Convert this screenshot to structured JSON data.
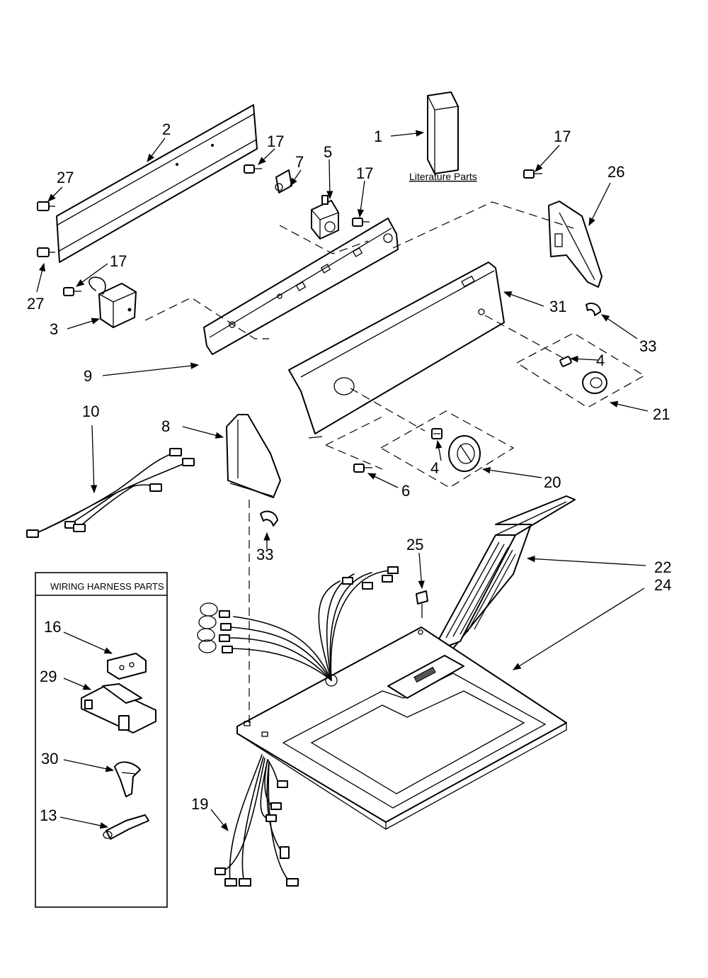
{
  "literature_label": "Literature Parts",
  "wiring_harness_label": "WIRING HARNESS PARTS",
  "callouts": {
    "c1": "1",
    "c2": "2",
    "c3": "3",
    "c4a": "4",
    "c4b": "4",
    "c5": "5",
    "c6": "6",
    "c7": "7",
    "c8": "8",
    "c9": "9",
    "c10": "10",
    "c13": "13",
    "c16": "16",
    "c17a": "17",
    "c17b": "17",
    "c17c": "17",
    "c17d": "17",
    "c19": "19",
    "c20": "20",
    "c21": "21",
    "c22": "22",
    "c24": "24",
    "c25": "25",
    "c26": "26",
    "c27a": "27",
    "c27b": "27",
    "c29": "29",
    "c30": "30",
    "c31": "31",
    "c33a": "33",
    "c33b": "33"
  }
}
